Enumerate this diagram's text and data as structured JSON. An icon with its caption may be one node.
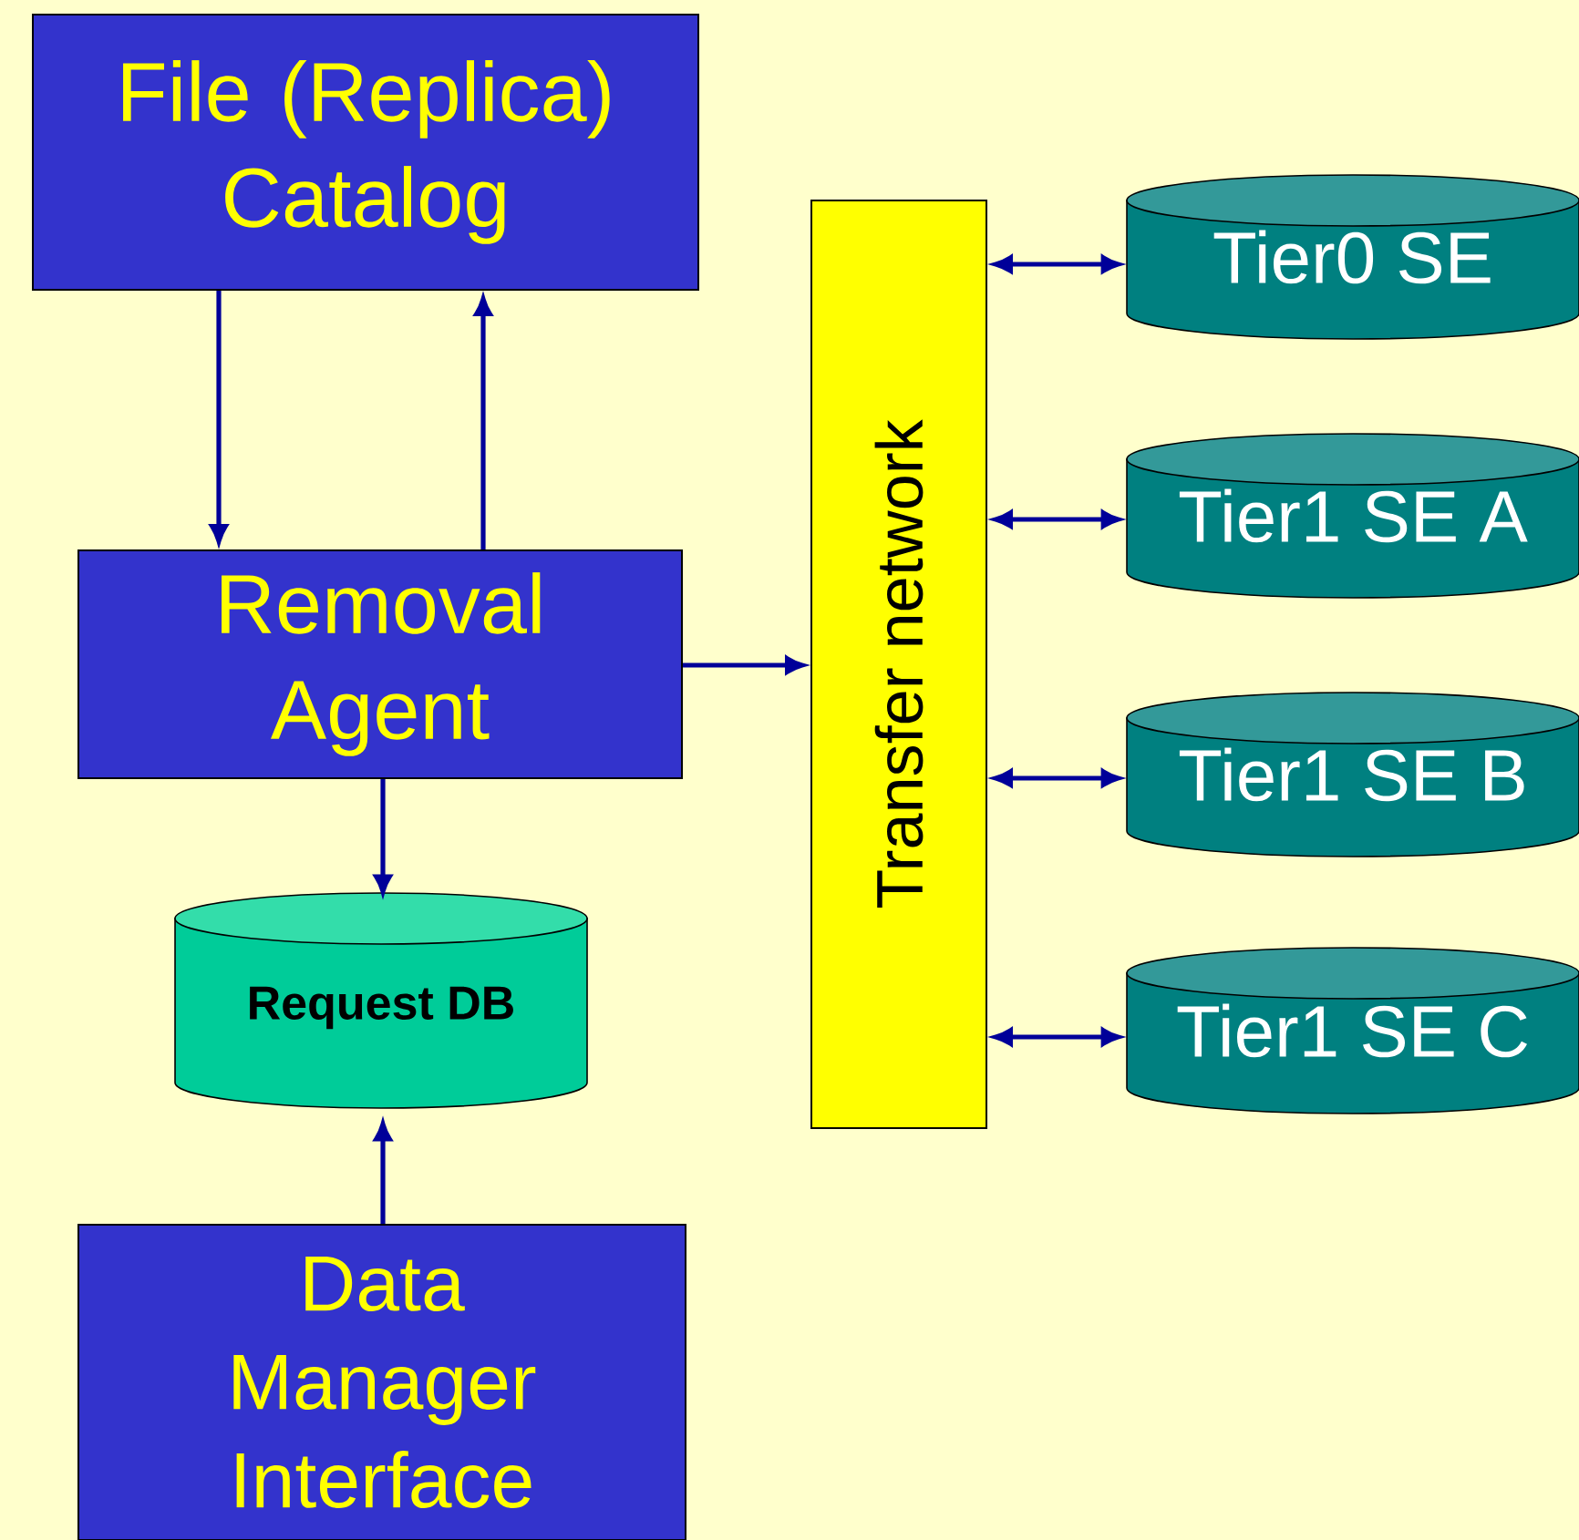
{
  "diagram": {
    "nodes": [
      {
        "text": [
          "File (Replica) Catalog"
        ]
      },
      {
        "text": [
          "Removal Agent"
        ]
      },
      {
        "text": [
          "Transfer network"
        ]
      },
      {
        "text": [
          "Tier0 SE"
        ]
      },
      {
        "text": [
          "Tier1 SE A"
        ]
      },
      {
        "text": [
          "Tier1 SE B"
        ]
      },
      {
        "text": [
          "Tier1 SE C"
        ]
      },
      {
        "text": [
          "Request DB"
        ]
      },
      {
        "text": [
          "Data Manager Interface"
        ]
      }
    ],
    "edges": [
      {
        "from": 0,
        "to": 1,
        "arrow": "to"
      },
      {
        "from": 1,
        "to": 0,
        "arrow": "to"
      },
      {
        "from": 1,
        "to": 2,
        "arrow": "to"
      },
      {
        "from": 2,
        "to": 3,
        "arrow": "both"
      },
      {
        "from": 2,
        "to": 4,
        "arrow": "both"
      },
      {
        "from": 2,
        "to": 5,
        "arrow": "both"
      },
      {
        "from": 2,
        "to": 6,
        "arrow": "both"
      },
      {
        "from": 1,
        "to": 7,
        "arrow": "to"
      },
      {
        "from": 8,
        "to": 7,
        "arrow": "to"
      }
    ]
  }
}
